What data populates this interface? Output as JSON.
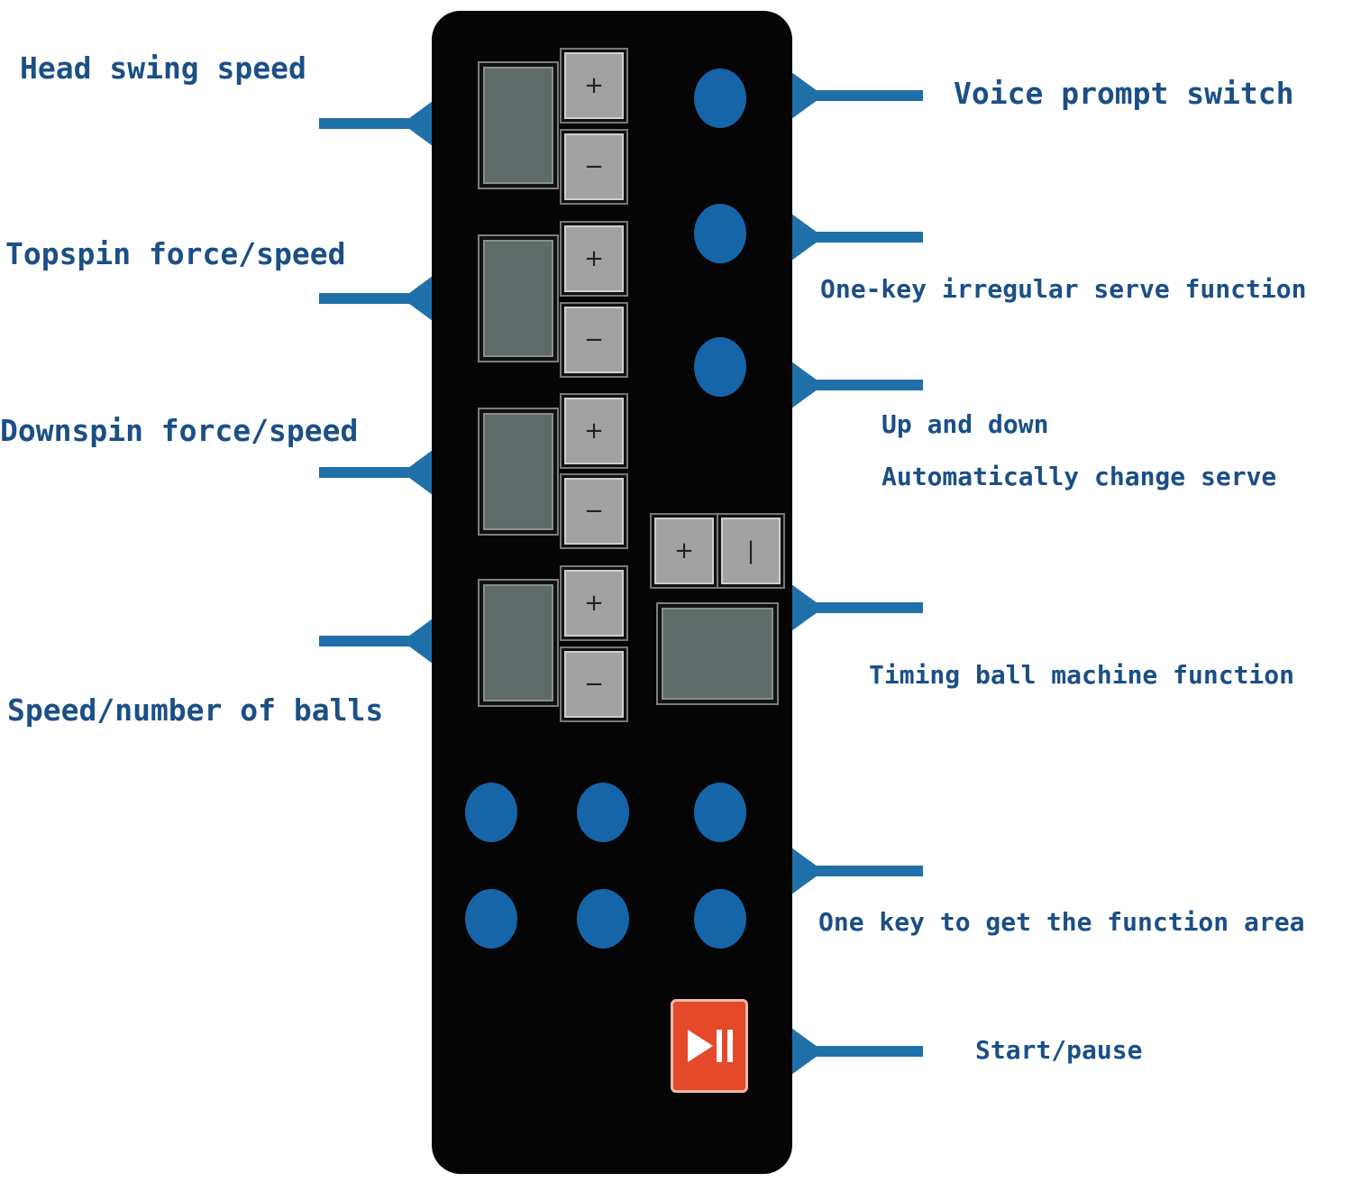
{
  "labels": {
    "head_swing_speed": "Head swing speed",
    "topspin_force_speed": "Topspin force/speed",
    "downspin_force_speed": "Downspin force/speed",
    "speed_number_of_balls": "Speed/number of balls",
    "voice_prompt_switch": "Voice prompt switch",
    "one_key_irregular_serve": "One-key irregular serve function",
    "up_and_down": "Up and down",
    "auto_change_serve": "Automatically change serve",
    "timing_ball_machine": "Timing ball machine function",
    "one_key_function_area": "One key to get the function area",
    "start_pause": "Start/pause"
  },
  "keys": {
    "plus": "+",
    "minus": "−",
    "timer_plus": "+",
    "timer_minus": "|"
  },
  "colors": {
    "label_text": "#1b4f86",
    "connector": "#1f70a8",
    "panel": "#050505",
    "round_button": "#1565a8",
    "start_button": "#e4492a",
    "lcd": "#5e6b68",
    "key": "#a2a2a2"
  },
  "icons": {
    "start_pause": "play-pause-icon"
  }
}
